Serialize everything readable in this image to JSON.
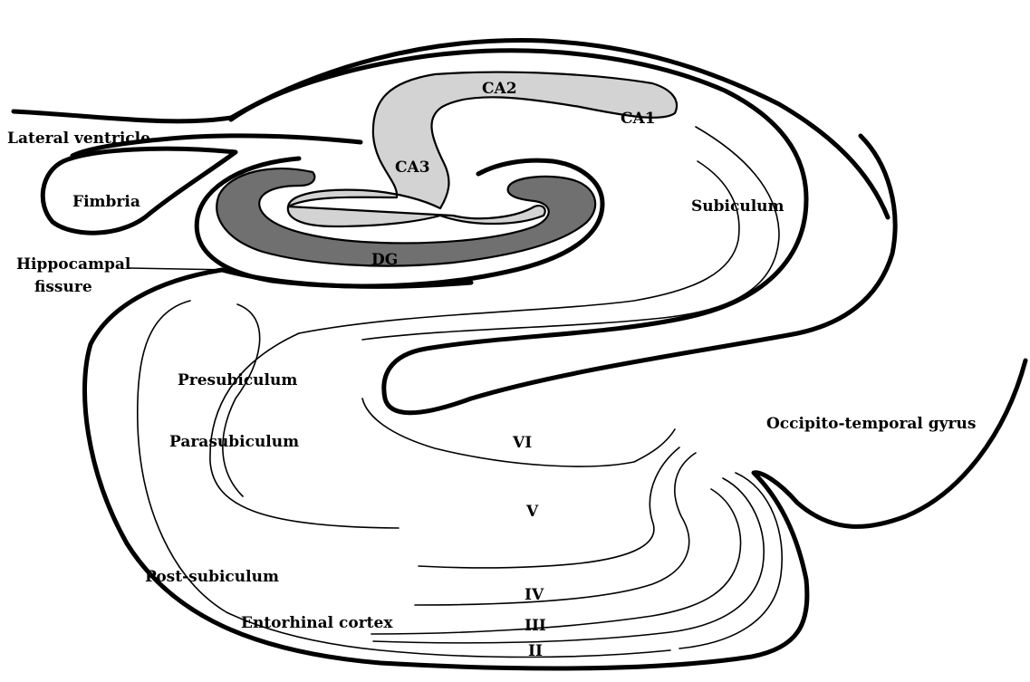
{
  "colors": {
    "background": "#ffffff",
    "outline": "#000000",
    "cornu_ammonis_fill": "#d3d3d3",
    "dentate_gyrus_fill": "#707070"
  },
  "labels": {
    "lateral_ventricle": "Lateral ventricle",
    "fimbria": "Fimbria",
    "hippocampal_fissure_line1": "Hippocampal",
    "hippocampal_fissure_line2": "fissure",
    "ca1": "CA1",
    "ca2": "CA2",
    "ca3": "CA3",
    "dg": "DG",
    "subiculum": "Subiculum",
    "presubiculum": "Presubiculum",
    "parasubiculum": "Parasubiculum",
    "post_subiculum": "Post-subiculum",
    "entorhinal_cortex": "Entorhinal cortex",
    "occipito_temporal_gyrus": "Occipito-temporal gyrus",
    "layer_vi": "VI",
    "layer_v": "V",
    "layer_iv": "IV",
    "layer_iii": "III",
    "layer_ii": "II"
  }
}
